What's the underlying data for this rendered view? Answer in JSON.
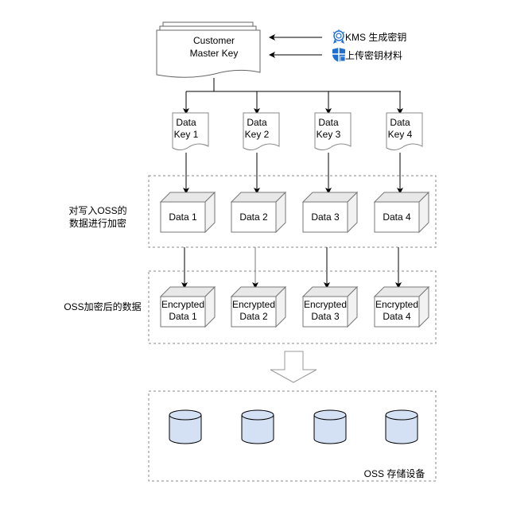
{
  "master_key": {
    "line1": "Customer",
    "line2": "Master Key"
  },
  "sources": [
    {
      "icon": "kms-badge-icon",
      "label": "KMS 生成密钥"
    },
    {
      "icon": "shield-lock-icon",
      "label": "上传密钥材料"
    }
  ],
  "data_keys": [
    {
      "line1": "Data",
      "line2": "Key 1"
    },
    {
      "line1": "Data",
      "line2": "Key 2"
    },
    {
      "line1": "Data",
      "line2": "Key 3"
    },
    {
      "line1": "Data",
      "line2": "Key 4"
    }
  ],
  "encrypt_stage": {
    "label_line1": "对写入OSS的",
    "label_line2": "数据进行加密",
    "items": [
      "Data 1",
      "Data 2",
      "Data 3",
      "Data 4"
    ]
  },
  "encrypted_stage": {
    "label": "OSS加密后的数据",
    "items": [
      {
        "line1": "Encrypted",
        "line2": "Data 1"
      },
      {
        "line1": "Encrypted",
        "line2": "Data 2"
      },
      {
        "line1": "Encrypted",
        "line2": "Data 3"
      },
      {
        "line1": "Encrypted",
        "line2": "Data 4"
      }
    ]
  },
  "storage": {
    "label": "OSS 存储设备",
    "disk_count": 4
  },
  "colors": {
    "cylinder_fill": "#d4e1f5",
    "icon_blue": "#1f6fd0",
    "cube_top": "#e8e8e8",
    "border_gray": "#666666"
  }
}
